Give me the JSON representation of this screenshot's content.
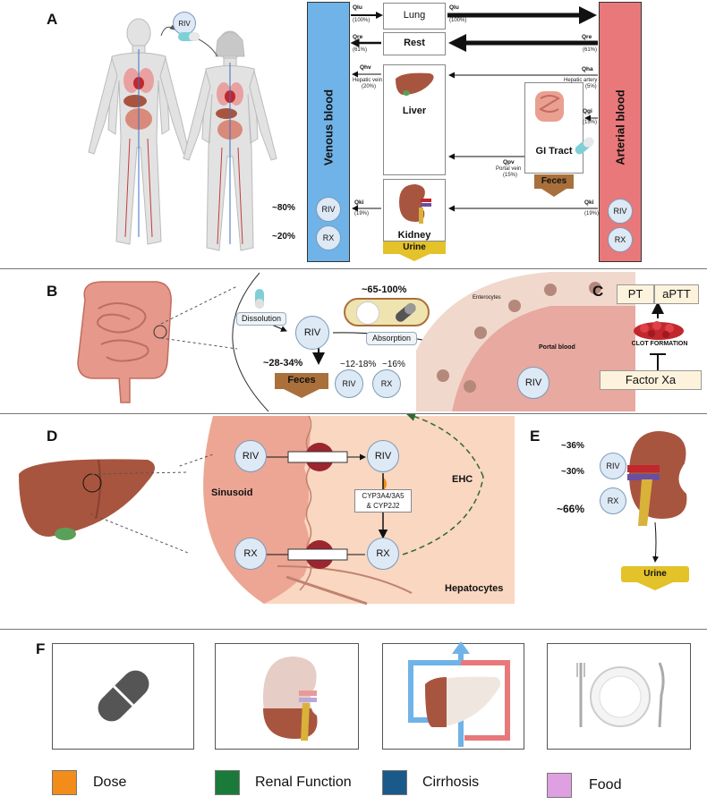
{
  "panel_letters": {
    "a": "A",
    "b": "B",
    "c": "C",
    "d": "D",
    "e": "E",
    "f": "F"
  },
  "colors": {
    "venous": "#6fb3e8",
    "arterial": "#e9787a",
    "feces": "#a9703b",
    "urine": "#e3c22a",
    "organ": "#b36a5a",
    "pale": "#fdf3dc"
  },
  "panel_a": {
    "venous_label": "Venous blood",
    "arterial_label": "Arterial blood",
    "riv_badge": "RIV",
    "organs": {
      "lung": "Lung",
      "rest": "Rest",
      "liver": "Liver",
      "gi": "GI Tract",
      "kidney": "Kidney"
    },
    "feces": "Feces",
    "urine": "Urine",
    "flows": {
      "qlu_left": "Qlu",
      "qlu_left_pct": "(100%)",
      "qlu_right": "Qlu",
      "qlu_right_pct": "(100%)",
      "qre_left": "Qre",
      "qre_left_pct": "(61%)",
      "qre_right": "Qre",
      "qre_right_pct": "(61%)",
      "qhv": "Qhv",
      "qhv_desc": "Hepatic vein",
      "qhv_pct": "(20%)",
      "qha": "Qha",
      "qha_desc": "Hepatic artery",
      "qha_pct": "(5%)",
      "qgi": "Qgi",
      "qgi_pct": "(15%)",
      "qpv": "Qpv",
      "qpv_desc": "Portal vein",
      "qpv_pct": "(15%)",
      "qki_left": "Qki",
      "qki_left_pct": "(19%)",
      "qki_right": "Qki",
      "qki_right_pct": "(19%)"
    },
    "venous_circles": [
      "RIV",
      "RX"
    ],
    "arterial_circles": [
      "RIV",
      "RX"
    ],
    "pct_riv": "~80%",
    "pct_rx": "~20%"
  },
  "panel_b": {
    "dissolution": "Dissolution",
    "riv": "RIV",
    "absorption": "Absorption",
    "bioavail": "~65-100%",
    "feces": "Feces",
    "feces_pct": "~28-34%",
    "riv_small": "RIV",
    "riv_small_pct": "~12-18%",
    "rx_small": "RX",
    "rx_small_pct": "~16%",
    "enterocytes": "Enterocytes",
    "portal_blood": "Portal blood",
    "riv_portal": "RIV"
  },
  "panel_c": {
    "pt": "PT",
    "aptt": "aPTT",
    "clot": "CLOT FORMATION",
    "factor": "Factor Xa"
  },
  "panel_d": {
    "riv_left": "RIV",
    "riv_right": "RIV",
    "rx_left": "RX",
    "rx_right": "RX",
    "cyp": "CYP3A4/3A5\n& CYP2J2",
    "sinusoid": "Sinusoid",
    "ehc": "EHC",
    "hepatocytes": "Hepatocytes"
  },
  "panel_e": {
    "pct1": "~36%",
    "pct2": "~30%",
    "pct3": "~66%",
    "riv": "RIV",
    "rx": "RX",
    "urine": "Urine"
  },
  "panel_f": {
    "legend": [
      {
        "label": "Dose",
        "color": "#f28c1a"
      },
      {
        "label": "Renal Function",
        "color": "#1a7a3a"
      },
      {
        "label": "Cirrhosis",
        "color": "#1a5a8a"
      },
      {
        "label": "Food",
        "color": "#dea0e0"
      }
    ]
  }
}
